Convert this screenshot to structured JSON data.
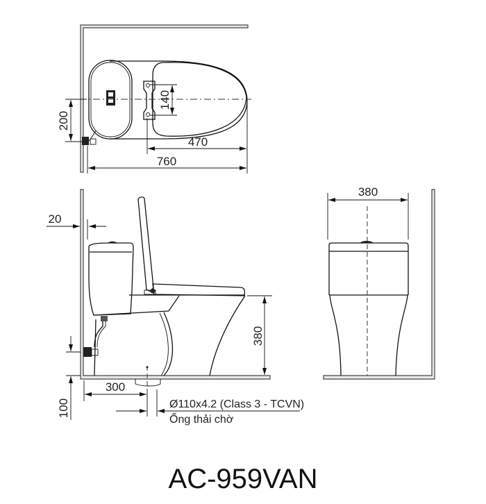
{
  "drawing": {
    "model_title": "AC-959VAN",
    "top_view": {
      "dimensions": {
        "inlet_offset": "200",
        "hinge_spacing": "140",
        "hinge_to_front": "470",
        "overall_depth": "760"
      }
    },
    "side_view": {
      "dimensions": {
        "wall_gap": "20",
        "seat_height": "380",
        "outlet_distance": "300",
        "outlet_height": "100"
      },
      "pipe_note": {
        "spec": "Ø110x4.2 (Class 3 - TCVN)",
        "label": "Ống thải chờ"
      }
    },
    "front_view": {
      "dimensions": {
        "overall_width": "380"
      }
    },
    "colors": {
      "line": "#111111",
      "wall_fill": "#e8e8e8",
      "background": "#ffffff"
    }
  }
}
